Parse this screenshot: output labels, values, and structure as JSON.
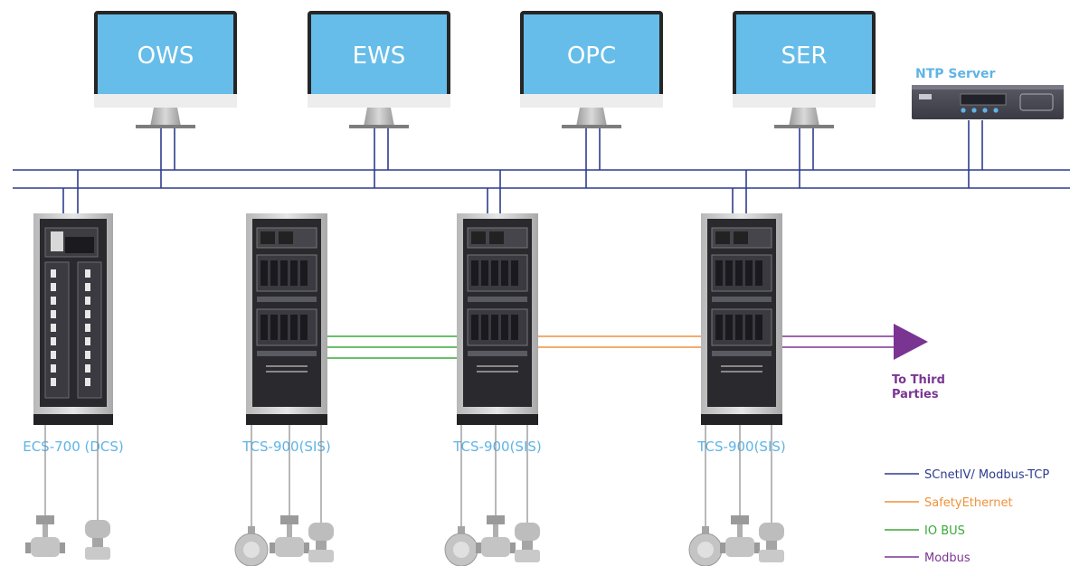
{
  "workstations": [
    {
      "label": "OWS"
    },
    {
      "label": "EWS"
    },
    {
      "label": "OPC"
    },
    {
      "label": "SER"
    }
  ],
  "ntp_server": {
    "label": "NTP Server"
  },
  "cabinets": [
    {
      "label": "ECS-700 (DCS)",
      "kind": "dcs"
    },
    {
      "label": "TCS-900(SIS)",
      "kind": "sis"
    },
    {
      "label": "TCS-900(SIS)",
      "kind": "sis"
    },
    {
      "label": "TCS-900(SIS)",
      "kind": "sis"
    }
  ],
  "third_party": {
    "line1": "To Third",
    "line2": "Parties"
  },
  "legend": [
    {
      "label": "SCnetIV/ Modbus-TCP",
      "color": "#2e3c8e"
    },
    {
      "label": "SafetyEthernet",
      "color": "#f0913a"
    },
    {
      "label": "IO BUS",
      "color": "#3aa83a"
    },
    {
      "label": "Modbus",
      "color": "#7a3593"
    }
  ],
  "colors": {
    "network": "#2e3c8e",
    "safety_ethernet": "#f0913a",
    "io_bus": "#3aa83a",
    "modbus": "#7a3593",
    "label_blue": "#5fb4e6",
    "screen": "#66bde9"
  }
}
